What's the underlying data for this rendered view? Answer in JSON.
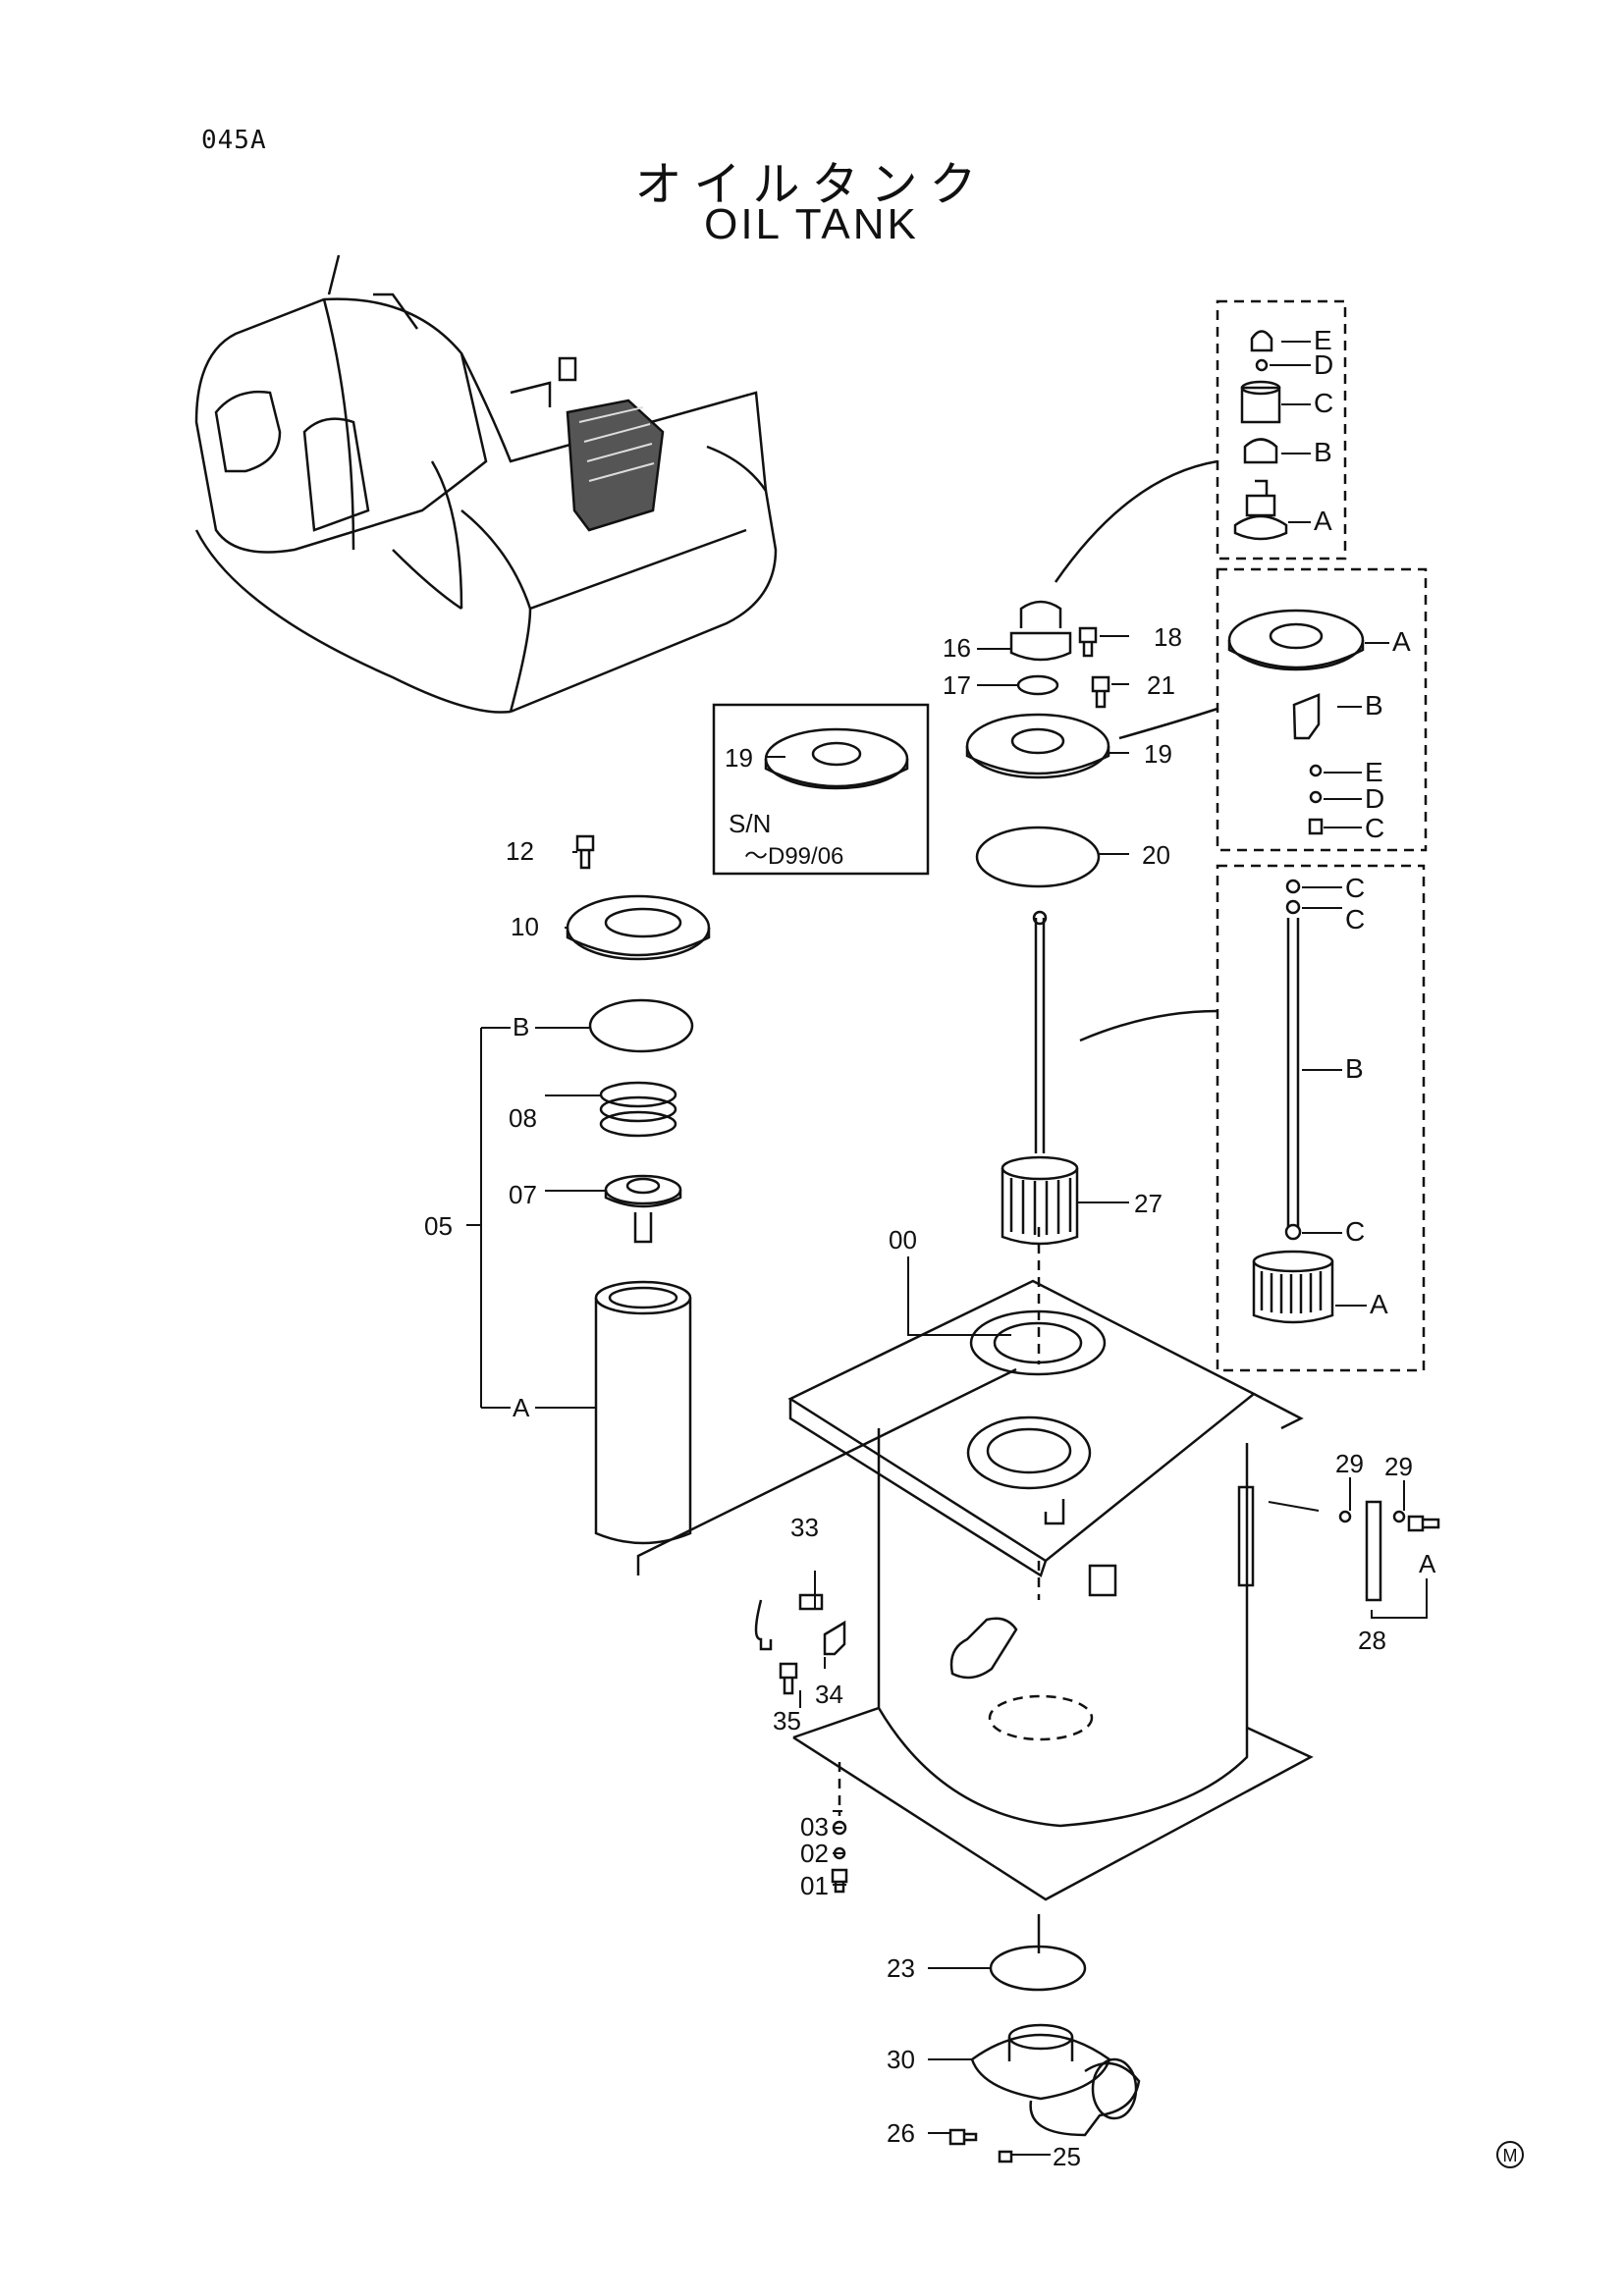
{
  "page": {
    "code": "045A",
    "title_jp": "オイルタンク",
    "title_en": "OIL  TANK",
    "mark": "M"
  },
  "inset": {
    "part": "19",
    "sn_label": "S/N",
    "sn_range": "～D99/06"
  },
  "callouts": {
    "p00": "00",
    "p01": "01",
    "p02": "02",
    "p03": "03",
    "p05": "05",
    "p07": "07",
    "p08": "08",
    "p10": "10",
    "p12": "12",
    "p16": "16",
    "p17": "17",
    "p18": "18",
    "p19": "19",
    "p20": "20",
    "p21": "21",
    "p23": "23",
    "p25": "25",
    "p26": "26",
    "p27": "27",
    "p28": "28",
    "p29a": "29",
    "p29b": "29",
    "p30": "30",
    "p33": "33",
    "p34": "34",
    "p35": "35",
    "sub05_a": "A",
    "sub05_b": "B",
    "sub28_a": "A"
  },
  "detail_boxes": {
    "box16": {
      "e": "E",
      "d": "D",
      "c": "C",
      "b": "B",
      "a": "A"
    },
    "box19": {
      "a": "A",
      "b": "B",
      "e": "E",
      "d": "D",
      "c": "C"
    },
    "box27": {
      "c1": "C",
      "c2": "C",
      "b": "B",
      "c3": "C",
      "a": "A"
    }
  }
}
